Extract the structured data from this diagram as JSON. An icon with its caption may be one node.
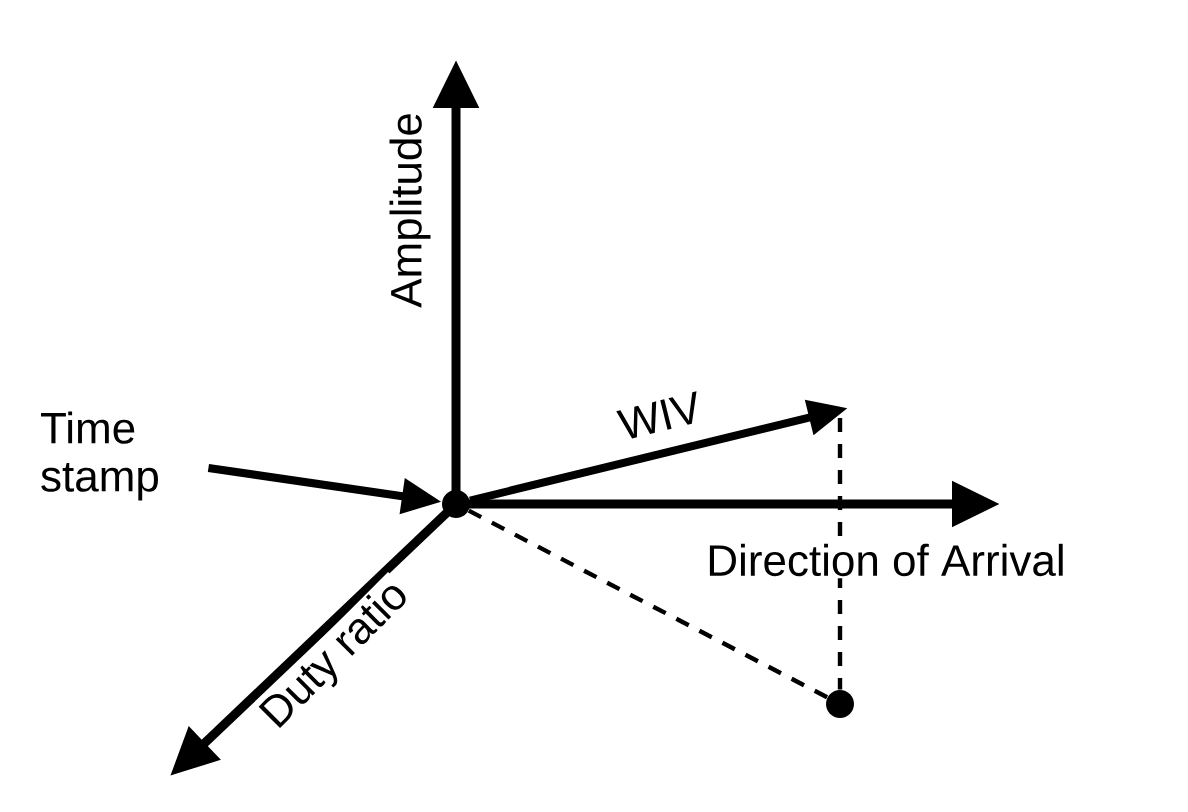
{
  "diagram": {
    "nodes": [
      {
        "text": [],
        "shape": "circle"
      },
      {
        "text": [
          "Time stamp"
        ]
      },
      {
        "text": [],
        "shape": "circle"
      }
    ],
    "edges": [
      {
        "from": 1,
        "to": 0,
        "arrow": "to",
        "style": "thick"
      },
      {
        "from": 0,
        "to": null,
        "arrow": "to",
        "label": "WIV",
        "style": "thick"
      },
      {
        "from": 0,
        "to": 2,
        "arrow": "none",
        "style": "dashed"
      },
      {
        "from": null,
        "to": 2,
        "arrow": "none",
        "style": "dashed"
      }
    ],
    "labels": [
      "Amplitude",
      "Direction of Arrival",
      "Duty ratio"
    ]
  }
}
